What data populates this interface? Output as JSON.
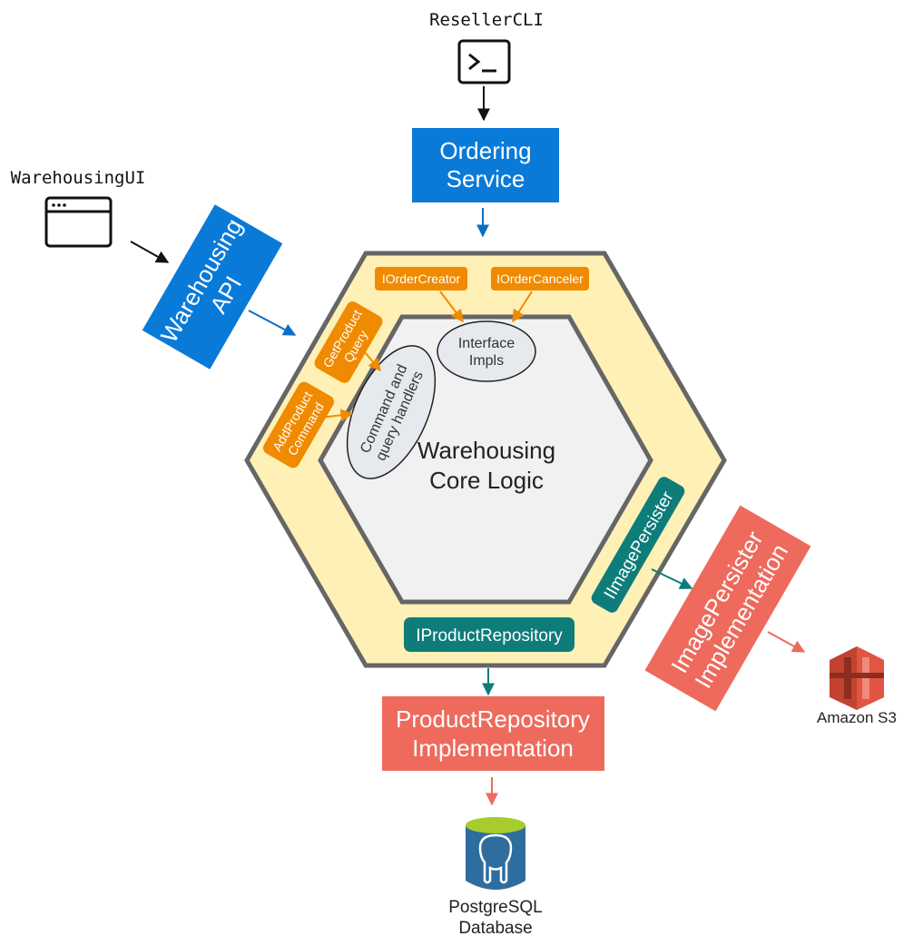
{
  "title": "",
  "colors": {
    "blue": "#0a7ad8",
    "orange": "#f08a00",
    "teal": "#0e7d7a",
    "salmon": "#ee6a5c",
    "hex_fill": "#fff0b5",
    "hex_stroke": "#666666",
    "core_fill": "#f1f1f1",
    "ellipse_fill": "#e6e9ee"
  },
  "clients": {
    "reseller": {
      "label": "ResellerCLI",
      "icon": "terminal-icon"
    },
    "warehousing_ui": {
      "label": "WarehousingUI",
      "icon": "browser-window-icon"
    }
  },
  "services": {
    "ordering_service": {
      "line1": "Ordering",
      "line2": "Service"
    },
    "warehousing_api": {
      "line1": "Warehousing",
      "line2": "API"
    }
  },
  "ports": {
    "iorder_creator": "IOrderCreator",
    "iorder_canceler": "IOrderCanceler",
    "get_product_query": {
      "line1": "GetProduct",
      "line2": "Query"
    },
    "add_product_command": {
      "line1": "AddProduct",
      "line2": "Command"
    },
    "iimage_persister": "IImagePersister",
    "iproduct_repository": "IProductRepository"
  },
  "core": {
    "title_line1": "Warehousing",
    "title_line2": "Core Logic",
    "interface_impls": {
      "line1": "Interface",
      "line2": "Impls"
    },
    "handlers": {
      "line1": "Command and",
      "line2": "query handlers"
    }
  },
  "adapters": {
    "product_repository_impl": {
      "line1": "ProductRepository",
      "line2": "Implementation"
    },
    "image_persister_impl": {
      "line1": "ImagePersister",
      "line2": "Implementation"
    }
  },
  "infra": {
    "amazon_s3": {
      "label": "Amazon S3",
      "icon": "amazon-s3-icon"
    },
    "postgres": {
      "line1": "PostgreSQL",
      "line2": "Database",
      "icon": "postgresql-icon"
    }
  }
}
